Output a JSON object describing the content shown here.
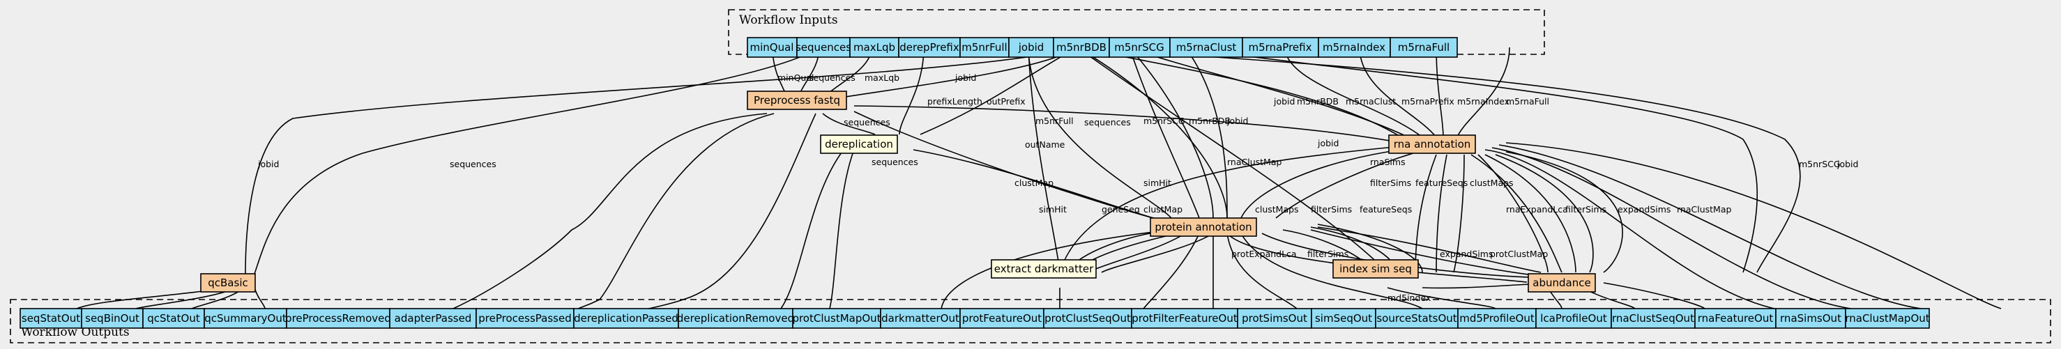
{
  "clusters": {
    "inputs_label": "Workflow Inputs",
    "outputs_label": "Workflow Outputs"
  },
  "colors": {
    "io_fill": "#94ddf4",
    "step_fill": "#f7ca9c",
    "tool_fill": "#ffffe0",
    "background": "#eeeeee"
  },
  "inputs": {
    "minQual": "minQual",
    "sequences": "sequences",
    "maxLqb": "maxLqb",
    "derepPrefix": "derepPrefix",
    "m5nrFull": "m5nrFull",
    "jobid": "jobid",
    "m5nrBDB": "m5nrBDB",
    "m5nrSCG": "m5nrSCG",
    "m5rnaClust": "m5rnaClust",
    "m5rnaPrefix": "m5rnaPrefix",
    "m5rnaIndex": "m5rnaIndex",
    "m5rnaFull": "m5rnaFull"
  },
  "steps": {
    "preprocess": "Preprocess fastq",
    "dereplication": "dereplication",
    "rna": "rna annotation",
    "protein": "protein annotation",
    "extract": "extract darkmatter",
    "index": "index sim seq",
    "qc": "qcBasic",
    "abundance": "abundance"
  },
  "outputs": {
    "seqStatOut": "seqStatOut",
    "seqBinOut": "seqBinOut",
    "qcStatOut": "qcStatOut",
    "qcSummaryOut": "qcSummaryOut",
    "preProcessRemoved": "preProcessRemoved",
    "adapterPassed": "adapterPassed",
    "preProcessPassed": "preProcessPassed",
    "dereplicationPassed": "dereplicationPassed",
    "dereplicationRemoved": "dereplicationRemoved",
    "protClustMapOut": "protClustMapOut",
    "darkmatterOut": "darkmatterOut",
    "protFeatureOut": "protFeatureOut",
    "protClustSeqOut": "protClustSeqOut",
    "protFilterFeatureOut": "protFilterFeatureOut",
    "protSimsOut": "protSimsOut",
    "simSeqOut": "simSeqOut",
    "sourceStatsOut": "sourceStatsOut",
    "md5ProfileOut": "md5ProfileOut",
    "lcaProfileOut": "lcaProfileOut",
    "rnaClustSeqOut": "rnaClustSeqOut",
    "rnaFeatureOut": "rnaFeatureOut",
    "rnaSimsOut": "rnaSimsOut",
    "rnaClustMapOut": "rnaClustMapOut"
  },
  "edge_labels": {
    "minQual": "minQual",
    "sequences": "sequences",
    "maxLqb": "maxLqb",
    "jobid": "jobid",
    "prefixLength": "prefixLength",
    "outPrefix": "outPrefix",
    "outName": "outName",
    "m5nrFull": "m5nrFull",
    "m5nrSCG": "m5nrSCG",
    "m5nrBDB": "m5nrBDB",
    "m5rnaClust": "m5rnaClust",
    "m5rnaPrefix": "m5rnaPrefix",
    "m5rnaIndex": "m5rnaIndex",
    "m5rnaFull": "m5rnaFull",
    "rnaClustMap": "rnaClustMap",
    "rnaSims": "rnaSims",
    "clustMap": "clustMap",
    "simHit": "simHit",
    "geneSeq": "geneSeq",
    "filterSims": "filterSims",
    "featureSeqs": "featureSeqs",
    "clustMaps": "clustMaps",
    "protExpandLca": "protExpandLca",
    "expandSims": "expandSims",
    "protClustMap": "protClustMap",
    "md5index": "md5index",
    "rnaExpandLca": "rnaExpandLca"
  }
}
